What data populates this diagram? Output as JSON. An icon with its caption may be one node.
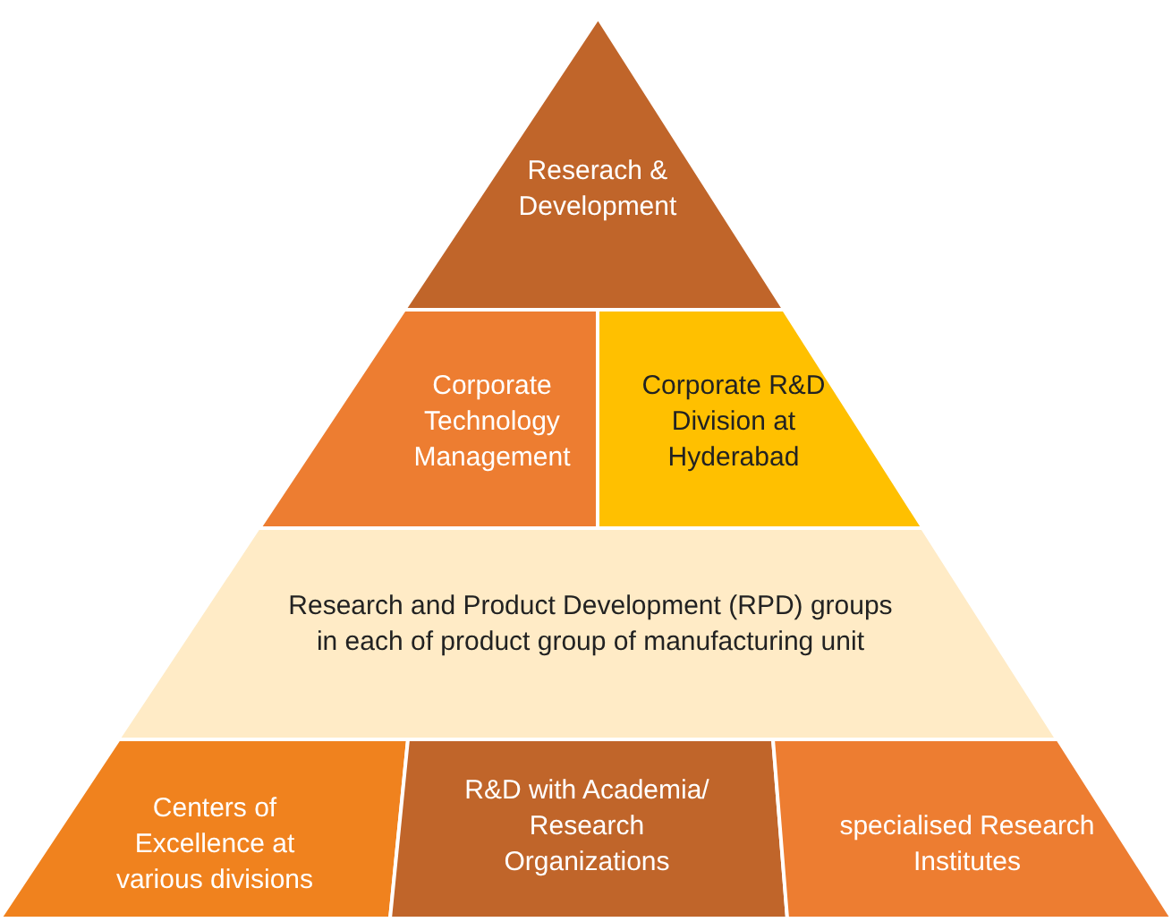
{
  "diagram": {
    "nodes": [
      {
        "text": [
          "Reserach & Development"
        ]
      },
      {
        "text": [
          "Corporate Technology Management"
        ]
      },
      {
        "text": [
          "Corporate R&D Division at Hyderabad"
        ]
      },
      {
        "text": [
          "Research and Product Development (RPD) groups in each of product group of manufacturing unit"
        ]
      },
      {
        "text": [
          "Centers of Excellence at various divisions"
        ]
      },
      {
        "text": [
          "R&D with Academia/ Research Organizations"
        ]
      },
      {
        "text": [
          "specialised Research Institutes"
        ]
      }
    ]
  }
}
